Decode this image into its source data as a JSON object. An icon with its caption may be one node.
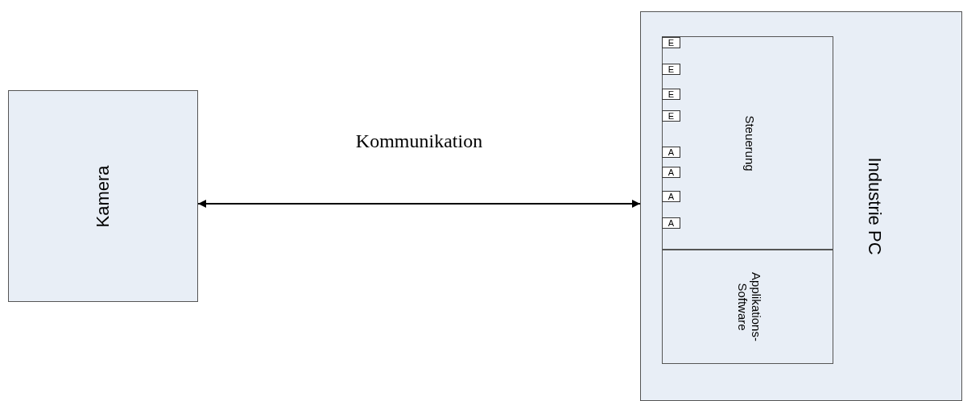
{
  "diagram": {
    "nodes": [
      {
        "text": [
          "Kamera"
        ]
      },
      {
        "text": [
          "Industrie PC"
        ]
      },
      {
        "text": [
          "Steuerung"
        ],
        "in": 1
      },
      {
        "text": [
          "E"
        ],
        "in": 2
      },
      {
        "text": [
          "E"
        ],
        "in": 2
      },
      {
        "text": [
          "E"
        ],
        "in": 2
      },
      {
        "text": [
          "E"
        ],
        "in": 2
      },
      {
        "text": [
          "A"
        ],
        "in": 2
      },
      {
        "text": [
          "A"
        ],
        "in": 2
      },
      {
        "text": [
          "A"
        ],
        "in": 2
      },
      {
        "text": [
          "A"
        ],
        "in": 2
      },
      {
        "text": [
          "Applikations- Software"
        ],
        "in": 1
      }
    ],
    "edges": [
      {
        "from": 0,
        "to": 1,
        "arrow": "both",
        "label": "Kommunikation"
      }
    ]
  }
}
